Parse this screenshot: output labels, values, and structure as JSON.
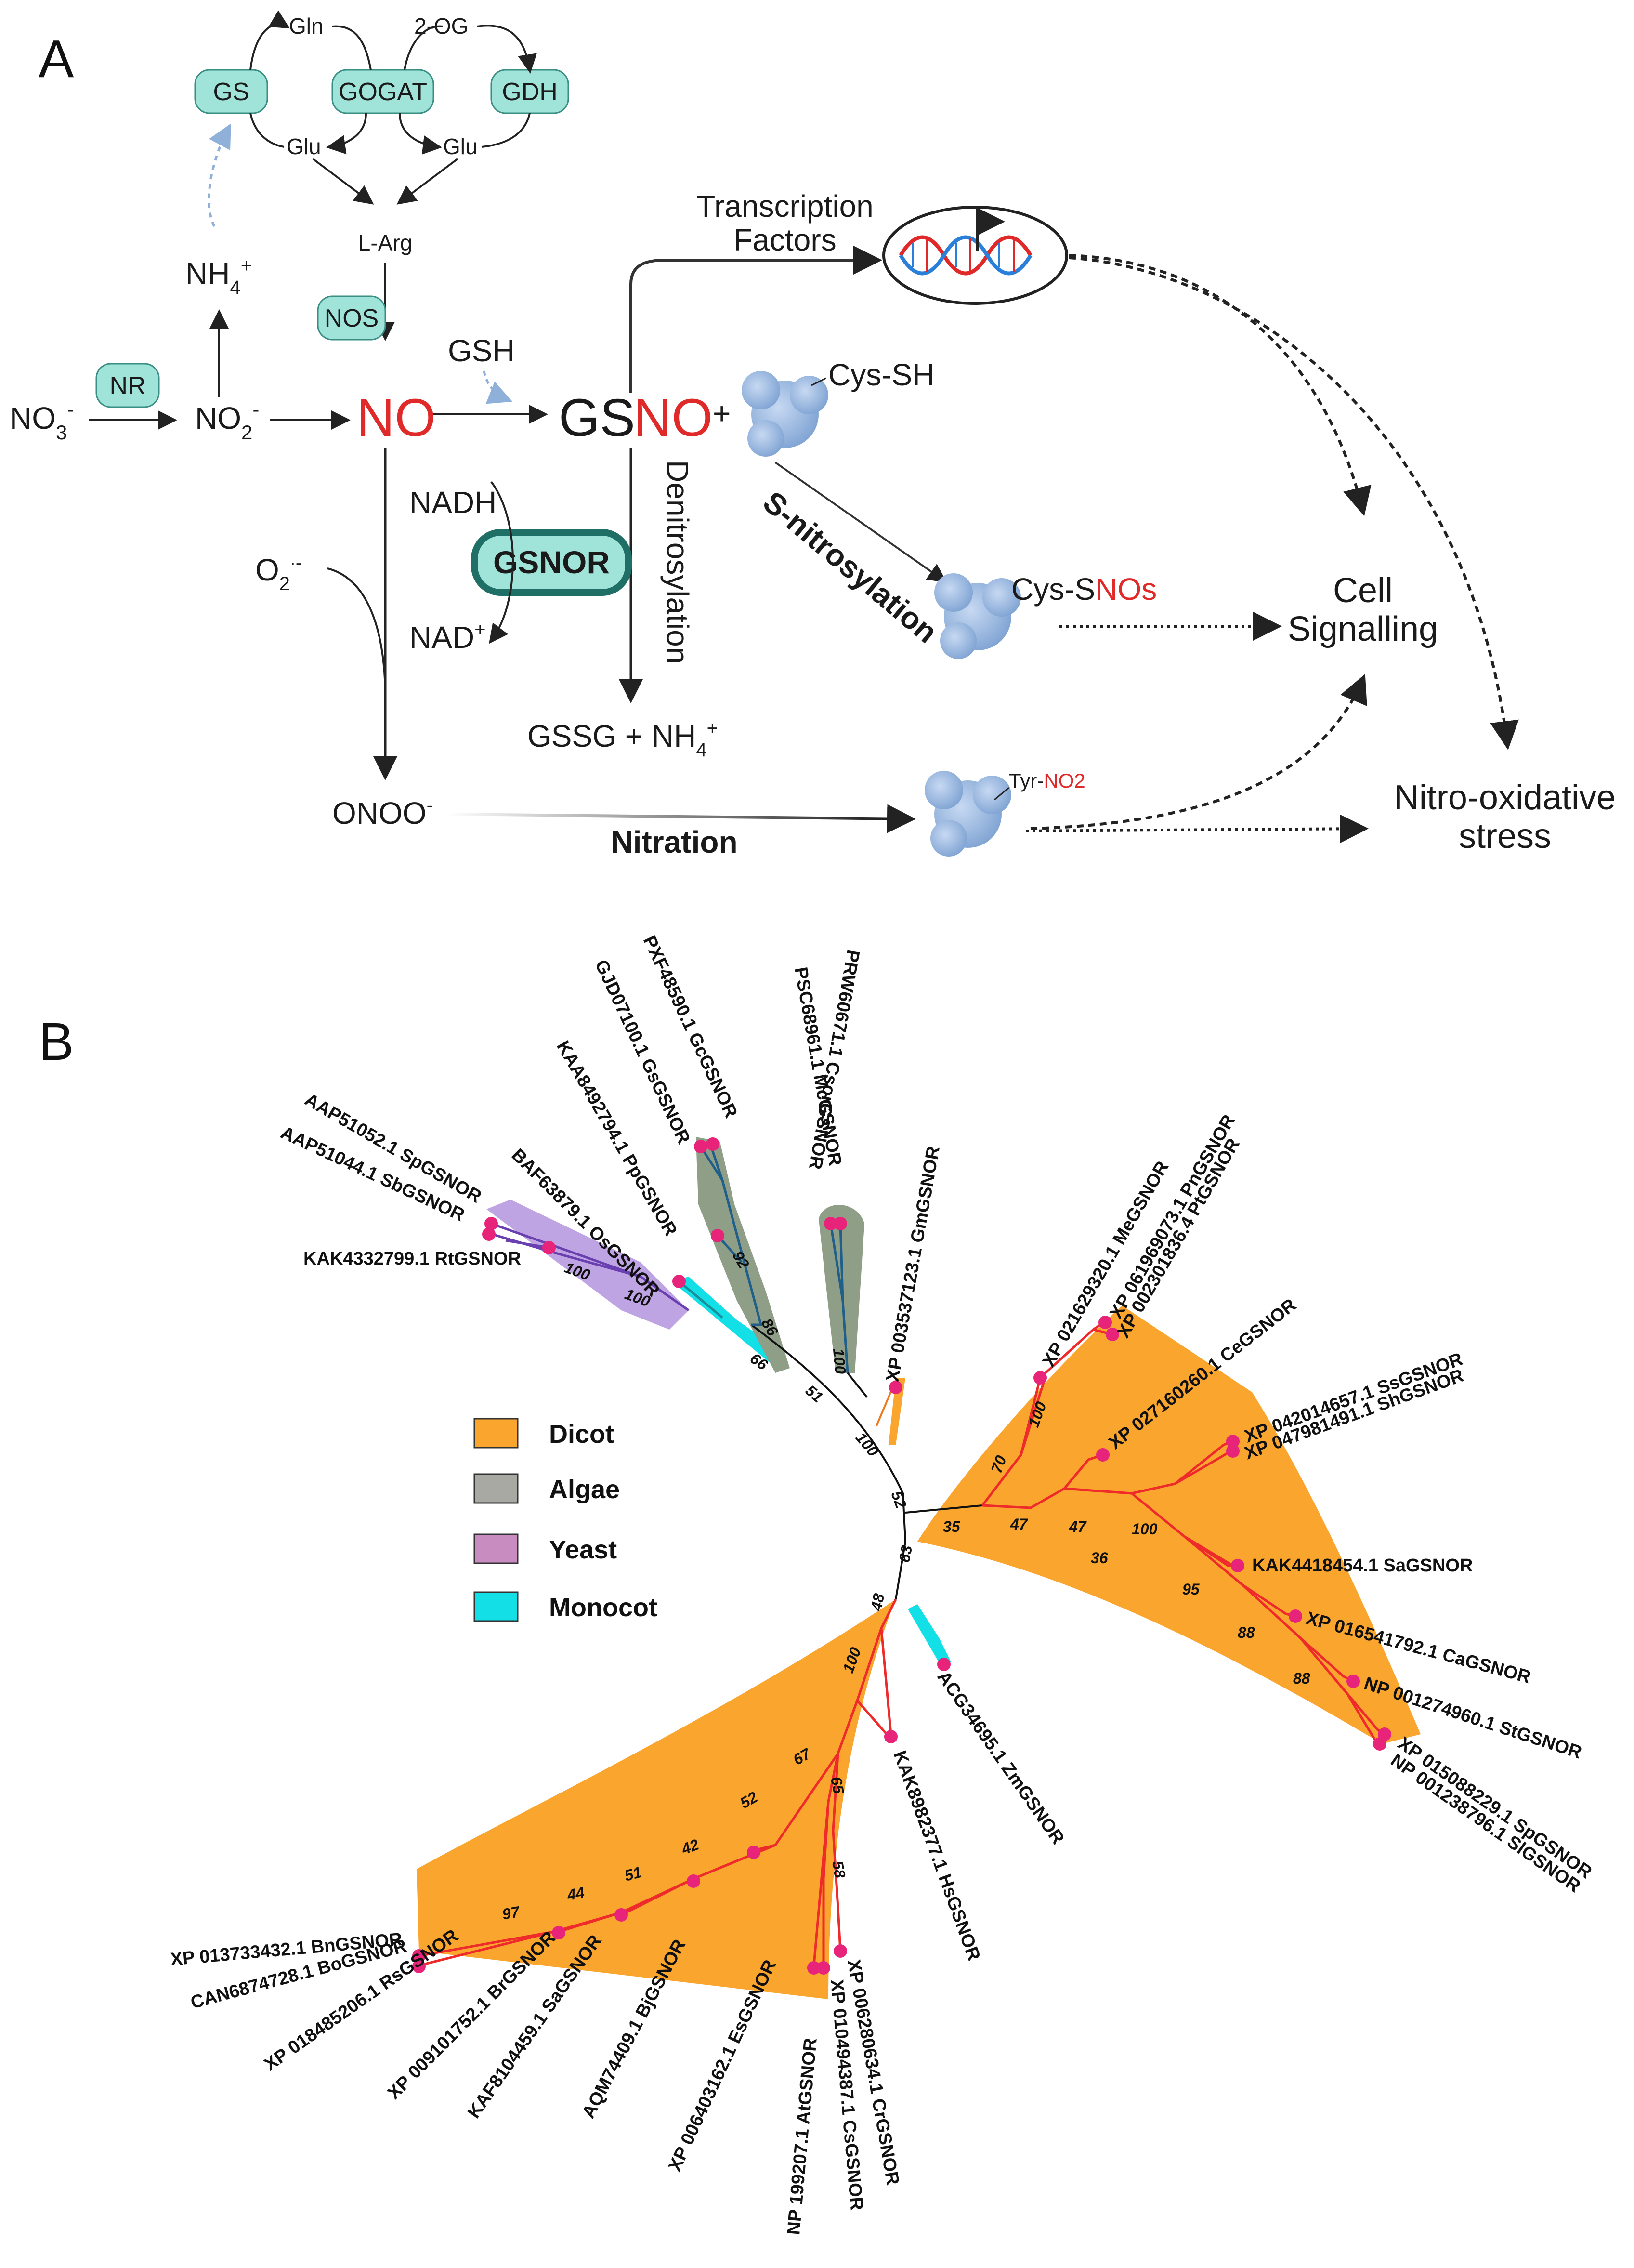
{
  "panel_a": {
    "label": "A",
    "nitrate": "NO",
    "nitrate_sub": "3",
    "nitrate_sup": "-",
    "nitrite": "NO",
    "nitrite_sub": "2",
    "nitrite_sup": "-",
    "ammonium": "NH",
    "ammonium_sub": "4",
    "ammonium_sup": "+",
    "no": "NO",
    "gsh": "GSH",
    "gsno_gs": "GS",
    "gsno_no": "NO",
    "gsno_plus": "+",
    "gln": "Gln",
    "two_og": "2-OG",
    "glu1": "Glu",
    "glu2": "Glu",
    "larg": "L-Arg",
    "enzymes": {
      "gs": "GS",
      "gogat": "GOGAT",
      "gdh": "GDH",
      "nos": "NOS",
      "nr": "NR",
      "gsnor": "GSNOR"
    },
    "nadh": "NADH",
    "nad": "NAD",
    "nad_sup": "+",
    "superoxide": "O",
    "superoxide_sub": "2",
    "superoxide_sup": "·-",
    "peroxynitrite": "ONOO",
    "peroxynitrite_sup": "-",
    "nitration": "Nitration",
    "denitrosylation": "Denitrosylation",
    "s_nitrosylation": "S-nitrosylation",
    "gssg": "GSSG + NH",
    "gssg_sub": "4",
    "gssg_sup": "+",
    "tf_line1": "Transcription",
    "tf_line2": "Factors",
    "cys_sh": "Cys-SH",
    "cys_s": "Cys-S",
    "cys_nos": "NOs",
    "tyr": "Tyr-",
    "tyr_no2": "NO2",
    "cell_line1": "Cell",
    "cell_line2": "Signalling",
    "stress_line1": "Nitro-oxidative",
    "stress_line2": "stress"
  },
  "panel_b": {
    "label": "B",
    "legend": [
      {
        "label": "Dicot",
        "color": "#f9a52e"
      },
      {
        "label": "Algae",
        "color": "#a9a9a3"
      },
      {
        "label": "Yeast",
        "color": "#c98cc1"
      },
      {
        "label": "Monocot",
        "color": "#12dfe6"
      }
    ],
    "leaves": {
      "gc": "PXF48590.1 GcGSNOR",
      "gs": "GJD07100.1 GsGSNOR",
      "pp": "KAA8492794.1 PpGSNOR",
      "mc": "PSC68961.1 McGSNOR",
      "csor": "PRW60671.1 CsorGSNOR",
      "gm": "XP 003537123.1 GmGSNOR",
      "sp_yeast": "AAP51052.1 SpGSNOR",
      "sb": "AAP51044.1 SbGSNOR",
      "rt": "KAK4332799.1 RtGSNOR",
      "os": "BAF63879.1 OsGSNOR",
      "me": "XP 021629320.1 MeGSNOR",
      "pn": "XP 061969073.1 PnGSNOR",
      "pt": "XP 002301836.4 PtGSNOR",
      "ce": "XP 027160260.1 CeGSNOR",
      "ss": "XP 042014657.1 SsGSNOR",
      "sh": "XP 047981491.1 ShGSNOR",
      "sa_kak": "KAK4418454.1 SaGSNOR",
      "ca": "XP 016541792.1 CaGSNOR",
      "st": "NP 001274960.1 StGSNOR",
      "sp_dicot": "XP 015088229.1 SpGSNOR",
      "sl": "NP 001238796.1 SlGSNOR",
      "zm": "ACG34695.1 ZmGSNOR",
      "hs": "KAK8982377.1 HsGSNOR",
      "cr": "XP 006280634.1 CrGSNOR",
      "cs": "XP 010494387.1 CsGSNOR",
      "at": "NP 199207.1 AtGSNOR",
      "es": "XP 006403162.1 EsGSNOR",
      "bj": "AQM74409.1 BjGSNOR",
      "sa_kaf": "KAF8104459.1 SaGSNOR",
      "br": "XP 009101752.1 BrGSNOR",
      "rs": "XP 018485206.1 RsGSNOR",
      "bo": "CAN6874728.1 BoGSNOR",
      "bn": "XP 013733432.1 BnGSNOR"
    },
    "bootstraps": {
      "b100_yeast": "100",
      "b100_yeast2": "100",
      "b66": "66",
      "b86": "86",
      "b92": "92",
      "b51": "51",
      "b100_algae": "100",
      "b100_main": "100",
      "b52": "52",
      "b63": "63",
      "b35": "35",
      "b70": "70",
      "b100_me": "100",
      "b47a": "47",
      "b47b": "47",
      "b100_ss": "100",
      "b36": "36",
      "b95": "95",
      "b88a": "88",
      "b88b": "88",
      "b48": "48",
      "b100_hs": "100",
      "b65": "65",
      "b67": "67",
      "b58": "58",
      "b52b": "52",
      "b42": "42",
      "b51b": "51",
      "b44": "44",
      "b97": "97"
    }
  },
  "colors": {
    "red_accent": "#e02a2a",
    "enzyme_fill": "#9fe3d9",
    "dicot": "#f9a52e",
    "algae": "#8e9e87",
    "yeast": "#b89ae0",
    "monocot": "#12dfe6",
    "leaf_dot": "#e8247a",
    "branch_red": "#ee2a2a"
  }
}
